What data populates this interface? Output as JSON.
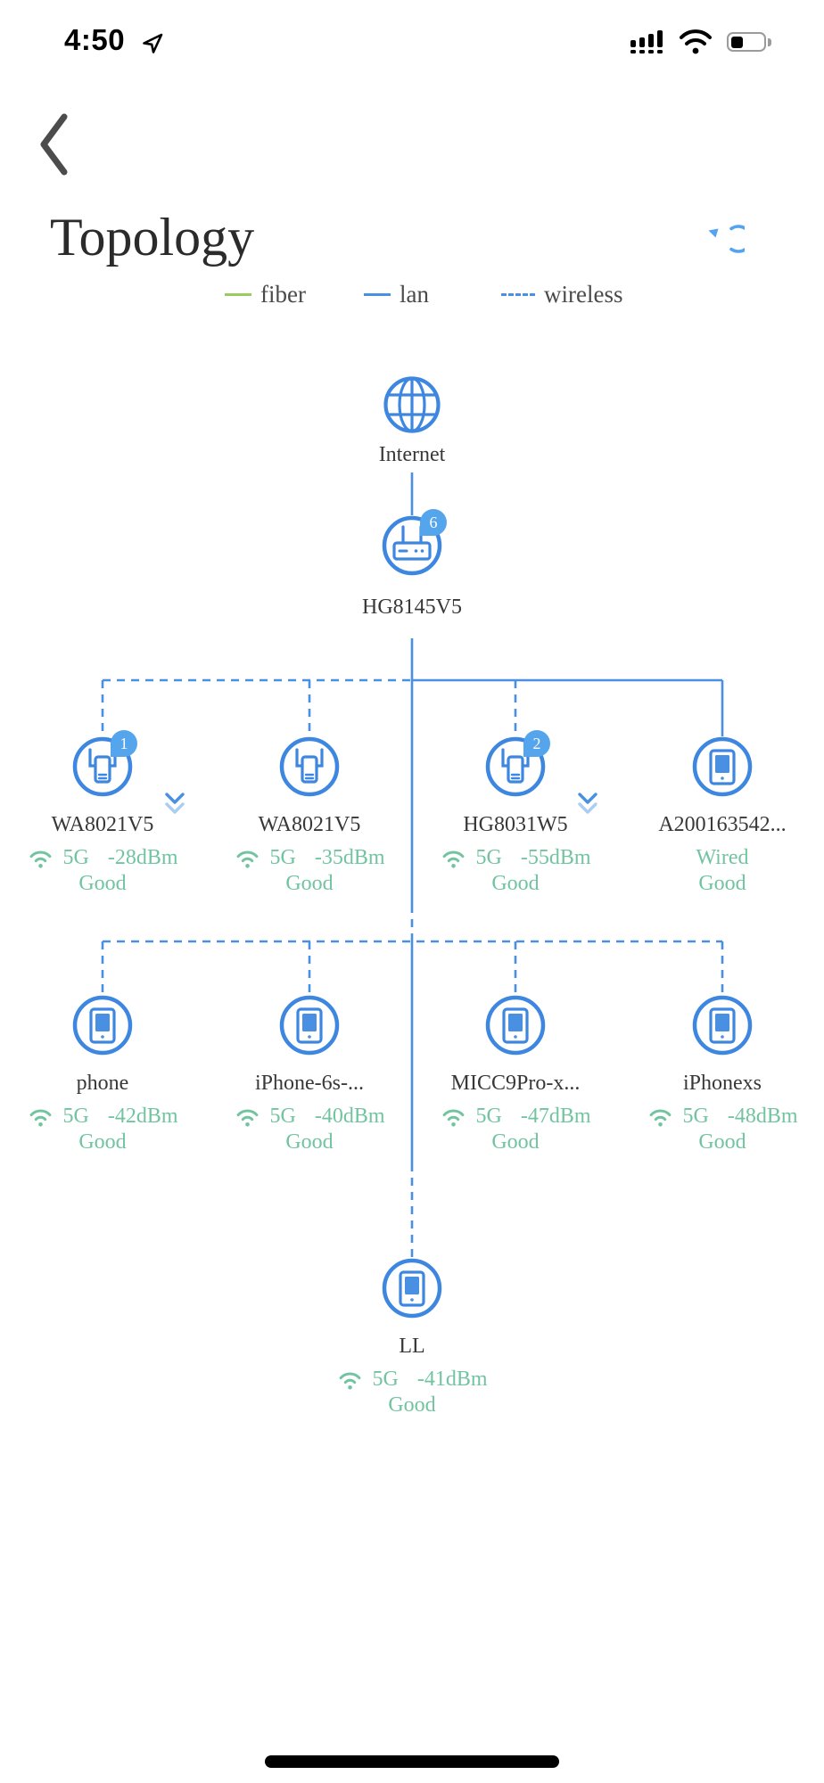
{
  "status_bar": {
    "time": "4:50"
  },
  "header": {
    "title": "Topology"
  },
  "legend": {
    "fiber": "fiber",
    "lan": "lan",
    "wireless": "wireless"
  },
  "internet": {
    "label": "Internet"
  },
  "gateway": {
    "label": "HG8145V5",
    "badge": "6"
  },
  "devices": {
    "row1": [
      {
        "label": "WA8021V5",
        "badge": "1",
        "band": "5G",
        "rssi": "-28dBm",
        "quality": "Good",
        "connection": "wireless"
      },
      {
        "label": "WA8021V5",
        "band": "5G",
        "rssi": "-35dBm",
        "quality": "Good",
        "connection": "wireless"
      },
      {
        "label": "HG8031W5",
        "badge": "2",
        "band": "5G",
        "rssi": "-55dBm",
        "quality": "Good",
        "connection": "wireless"
      },
      {
        "label": "A200163542...",
        "link": "Wired",
        "quality": "Good",
        "connection": "wired"
      }
    ],
    "row2": [
      {
        "label": "phone",
        "band": "5G",
        "rssi": "-42dBm",
        "quality": "Good",
        "connection": "wireless"
      },
      {
        "label": "iPhone-6s-...",
        "band": "5G",
        "rssi": "-40dBm",
        "quality": "Good",
        "connection": "wireless"
      },
      {
        "label": "MICC9Pro-x...",
        "band": "5G",
        "rssi": "-47dBm",
        "quality": "Good",
        "connection": "wireless"
      },
      {
        "label": "iPhonexs",
        "band": "5G",
        "rssi": "-48dBm",
        "quality": "Good",
        "connection": "wireless"
      }
    ],
    "row3": [
      {
        "label": "LL",
        "band": "5G",
        "rssi": "-41dBm",
        "quality": "Good",
        "connection": "wireless"
      }
    ]
  },
  "colors": {
    "line_blue": "#4a90e2",
    "icon_blue": "#3d87e1",
    "badge_blue": "#55a5ec",
    "signal_green": "#72c4a0",
    "fiber_green": "#9acb60"
  }
}
